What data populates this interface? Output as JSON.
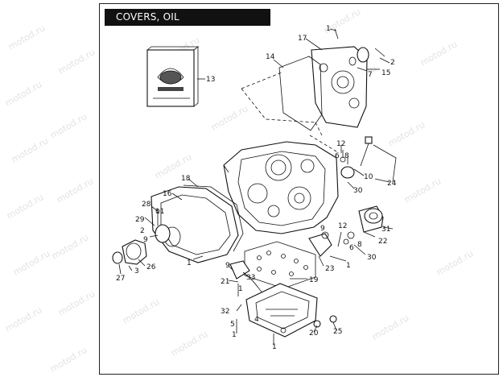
{
  "diagram": {
    "title": "COVERS, OIL PAN/FILTER/PICKUP",
    "watermark_text": "motod.ru",
    "callouts": [
      "1",
      "2",
      "3",
      "4",
      "5",
      "6",
      "7",
      "8",
      "9",
      "10",
      "11",
      "12",
      "13",
      "14",
      "15",
      "16",
      "17",
      "18",
      "19",
      "20",
      "21",
      "22",
      "23",
      "24",
      "25",
      "26",
      "27",
      "28",
      "29",
      "30",
      "31",
      "32",
      "33"
    ],
    "colors": {
      "ink": "#111111",
      "watermark": "#e3e3e3",
      "background": "#ffffff"
    }
  }
}
